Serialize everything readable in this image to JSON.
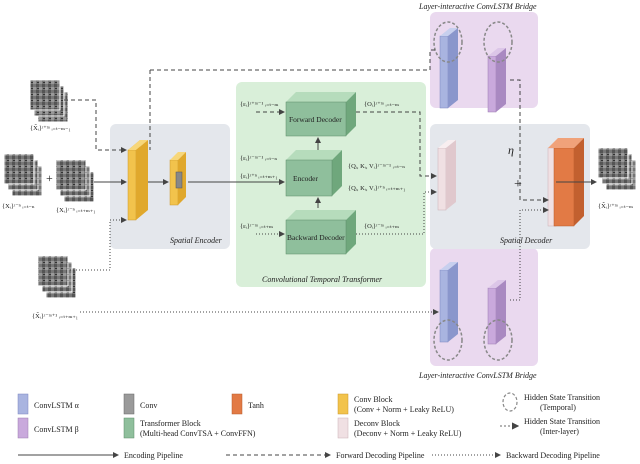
{
  "labels": {
    "bridge_top": "Layer-interactive ConvLSTM Bridge",
    "bridge_bottom": "Layer-interactive ConvLSTM Bridge",
    "spatial_encoder": "Spatial Encoder",
    "spatial_decoder": "Spatial Decoder",
    "conv_temporal_transformer": "Convolutional Temporal Transformer",
    "forward_decoder": "Forward Decoder",
    "encoder": "Encoder",
    "backward_decoder": "Backward Decoder",
    "eta": "η",
    "plus": "+"
  },
  "math": {
    "in_top": "{X̃ᵢ}ᵗ⁺ᵐ ᵢ₌ₜ₋ₘ₋₁",
    "in_left": "{Xᵢ}ᵗ⁻ⁿ ᵢ₌ₜ₋ₙ",
    "in_mid": "{Xᵢ}ᵗ⁻ⁿ ᵢ₌ₜ₊ₘ₊₁",
    "in_bottom": "{X̃ᵢ}ᵗ⁻ᵐ⁺¹ ᵢ₌ₜ₊ₘ₊₁",
    "output": "{X̂ᵢ}ᵗ⁺ᵐ ᵢ₌ₜ₋ₘ",
    "e_fwd": "{εᵢ}ᵗ⁺ᵐ⁻¹ ᵢ₌ₜ₋ₘ",
    "e_enc1": "{εᵢ}ᵗ⁻ᵐ⁻¹ ᵢ₌ₜ₋ₙ",
    "e_enc2": "{εᵢ}ᵗ⁺ⁿ ᵢ₌ₜ₊ₘ₊₁",
    "e_bwd": "{εᵢ}ᵗ⁻ᵐ ᵢ₌ₜ₊ₘ",
    "o_fwd": "{Oᵢ}ᵗ⁺ᵐ ᵢ₌ₜ₋ₘ",
    "qkv1": "{Qᵢ, Kᵢ, Vᵢ}ᵗ⁻ᵐ⁻¹ ᵢ₌ₜ₋ₙ",
    "qkv2": "{Qᵢ, Kᵢ, Vᵢ}ᵗ⁺ⁿ ᵢ₌ₜ₊ₘ₊₁",
    "o_bwd": "{Oᵢ}ᵗ⁻ᵐ ᵢ₌ₜ₊ₘ"
  },
  "legend": {
    "convlstm_a": "ConvLSTM α",
    "convlstm_b": "ConvLSTM β",
    "conv": "Conv",
    "transformer_block_1": "Transformer Block",
    "transformer_block_2": "(Multi-head ConvTSA + ConvFFN)",
    "tanh": "Tanh",
    "conv_block_1": "Conv Block",
    "conv_block_2": "(Conv + Norm + Leaky ReLU)",
    "deconv_block_1": "Deconv Block",
    "deconv_block_2": "(Deconv + Norm + Leaky ReLU)",
    "hidden_temporal_1": "Hidden State Transition",
    "hidden_temporal_2": "(Temporal)",
    "hidden_inter_1": "Hidden State Transition",
    "hidden_inter_2": "(Inter-layer)",
    "encoding_pipeline": "Encoding Pipeline",
    "forward_pipeline": "Forward Decoding Pipeline",
    "backward_pipeline": "Backward Decoding Pipeline"
  },
  "colors": {
    "convlstm_a": "#a9b4e0",
    "convlstm_b": "#c9a9dc",
    "conv": "#9a9a9a",
    "transformer": "#8fbf9c",
    "tanh": "#e27a45",
    "conv_block": "#f2c34c",
    "deconv_block": "#f0e0e3",
    "bg_green": "#d9efd9",
    "bg_purple": "#ead9ef",
    "bg_gray": "#e4e7ec"
  }
}
